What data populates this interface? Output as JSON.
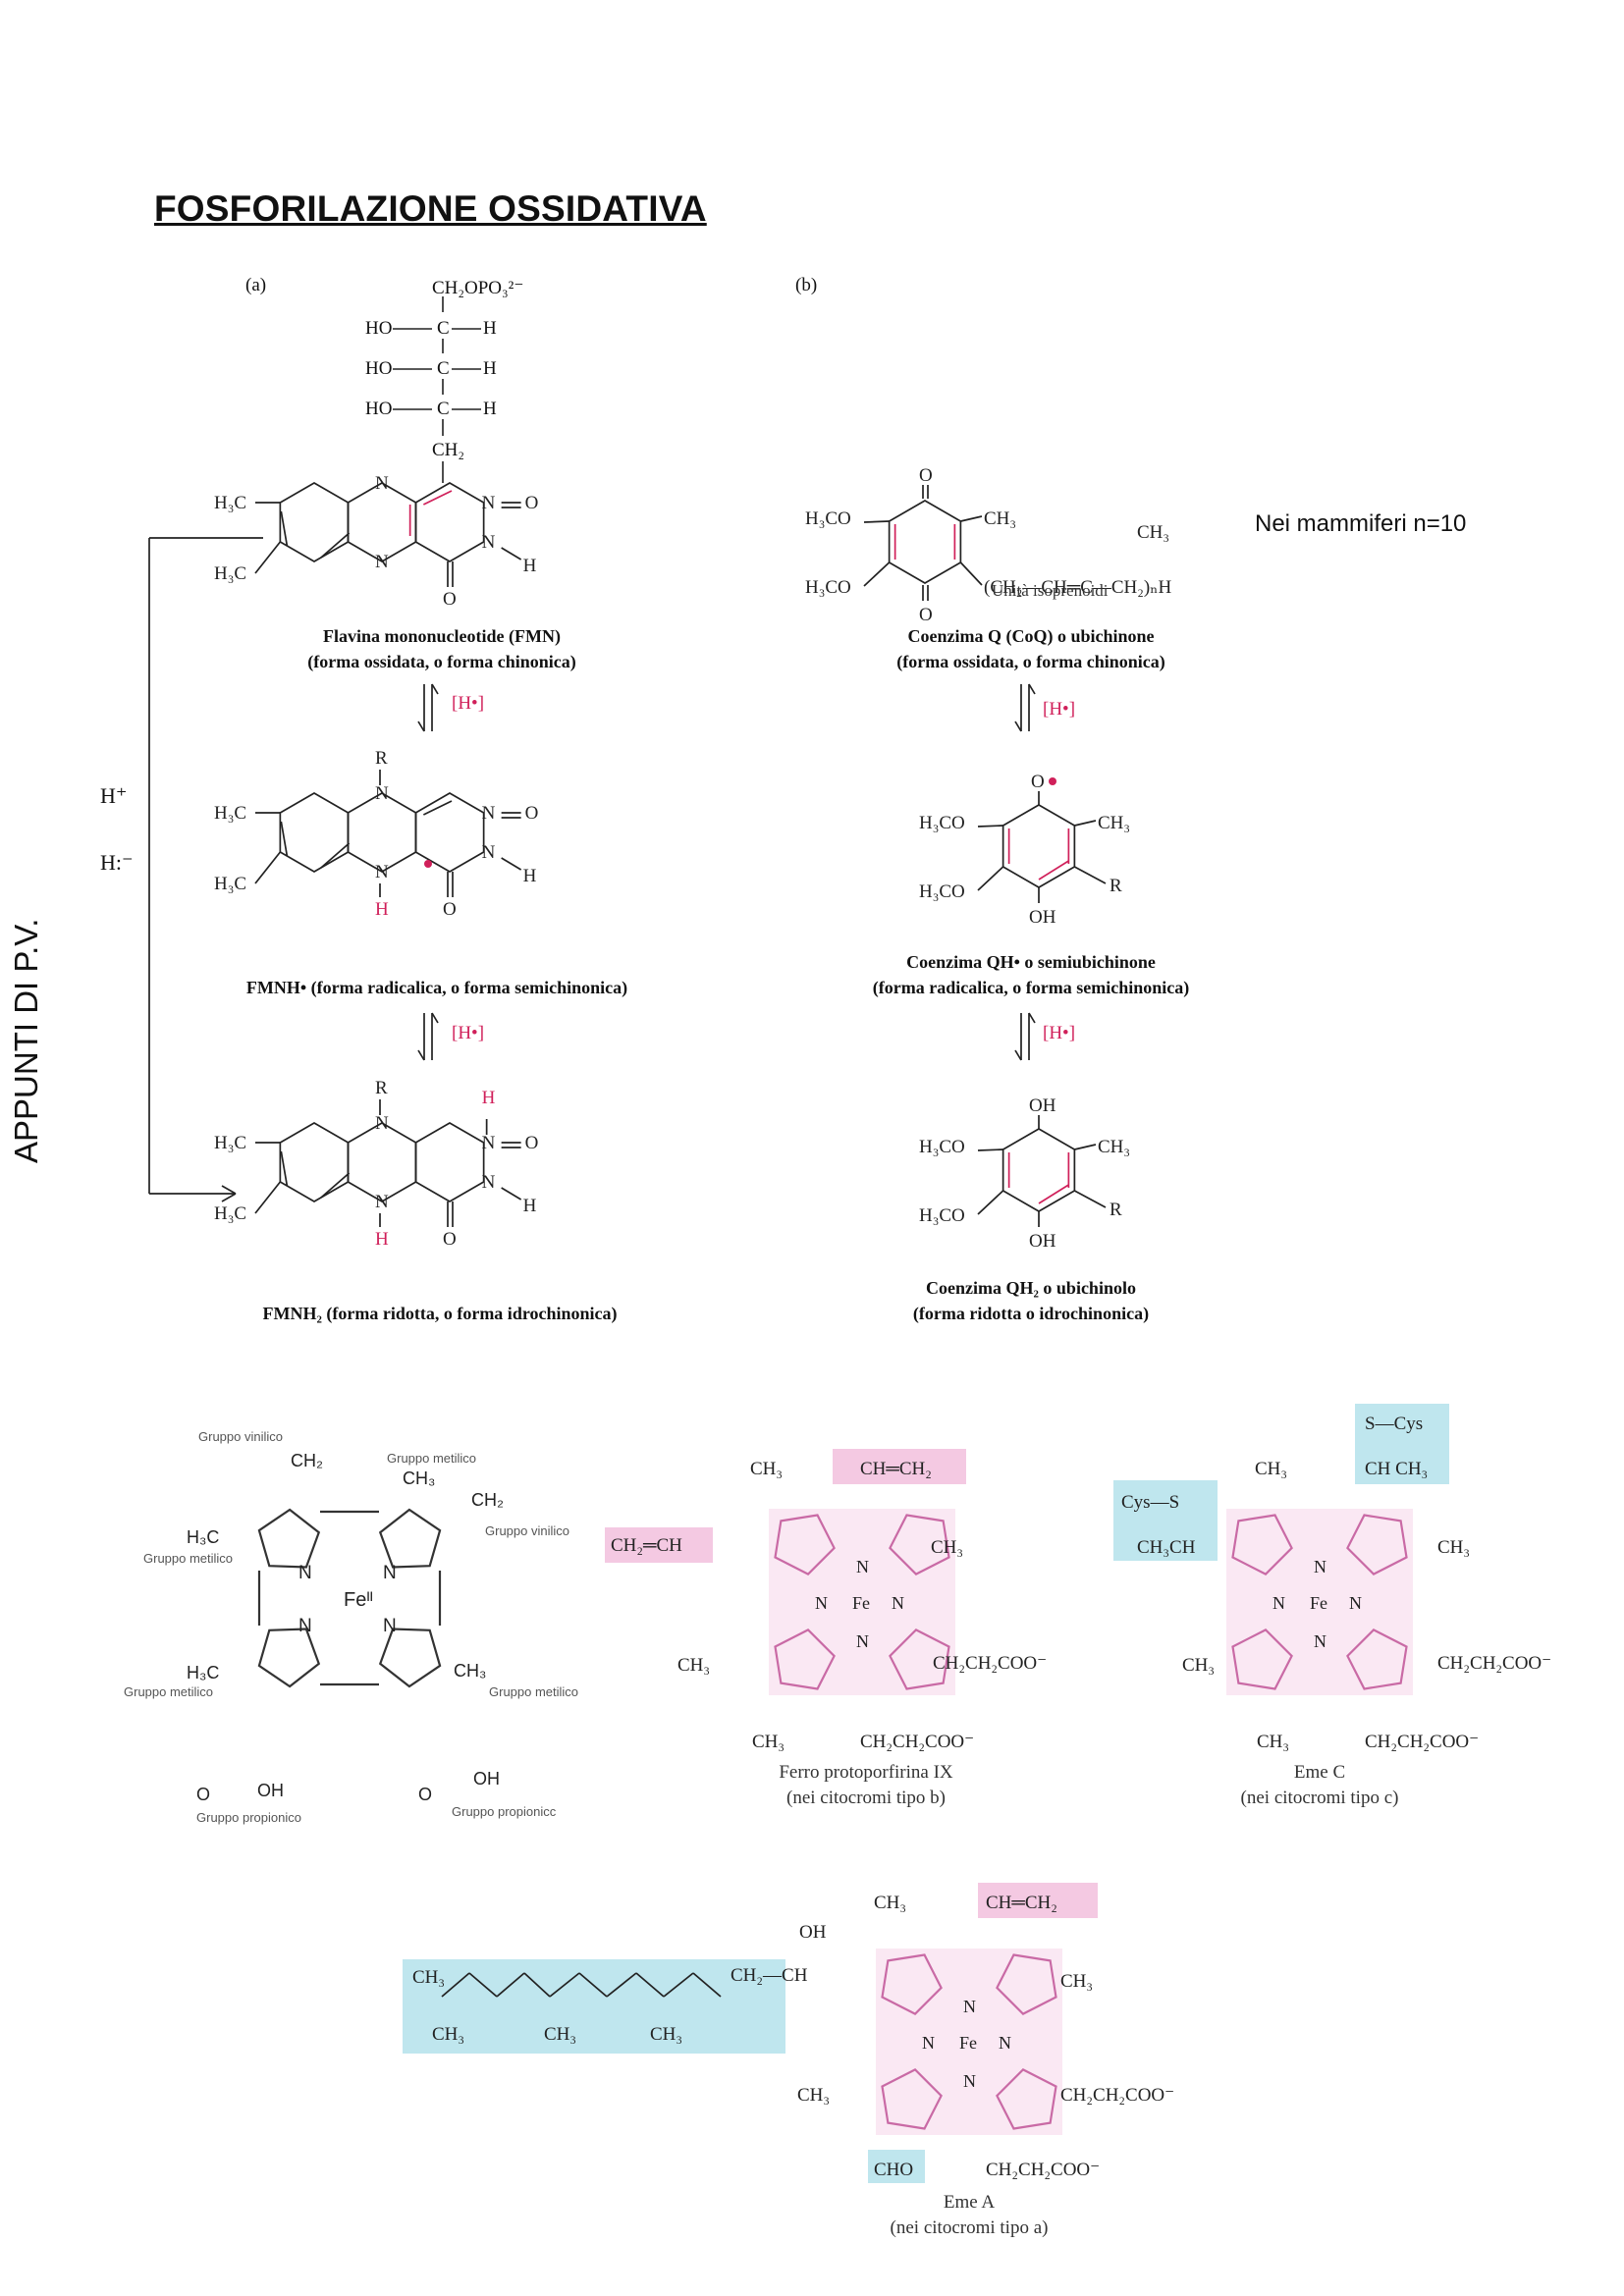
{
  "page": {
    "title": "FOSFORILAZIONE OSSIDATIVA",
    "side_note": "APPUNTI DI P.V."
  },
  "panel_a": {
    "label": "(a)",
    "ribityl": {
      "top": "CH₂OPO₃²⁻",
      "ho": "HO",
      "c": "C",
      "h": "H",
      "ch2": "CH₂"
    },
    "fmn": {
      "caption_1": "Flavina mononucleotide (FMN)",
      "caption_2": "(forma ossidata, o forma chinonica)"
    },
    "fmnh_rad": {
      "caption": "FMNH• (forma radicalica, o forma semichinonica)"
    },
    "fmnh2": {
      "caption": "FMNH₂ (forma ridotta, o forma idrochinonica)"
    },
    "hradical": "[H•]",
    "side_hplus": "H⁺",
    "side_hminus": "H:⁻"
  },
  "panel_b": {
    "label": "(b)",
    "note": "Nei mammiferi n=10",
    "coq": {
      "caption_1": "Coenzima Q (CoQ) o ubichinone",
      "caption_2": "(forma ossidata, o forma chinonica)",
      "chain": "(CH₂—CH═C—CH₂)ₙH",
      "chain_ch3": "CH₃",
      "unit_label": "Unità isoprenoidi"
    },
    "coqh_rad": {
      "caption_1": "Coenzima QH• o semiubichinone",
      "caption_2": "(forma radicalica, o forma semichinonica)"
    },
    "coqh2": {
      "caption_1": "Coenzima QH₂ o ubichinolo",
      "caption_2": "(forma ridotta o idrochinonica)"
    },
    "hradical": "[H•]"
  },
  "atoms": {
    "h3c": "H₃C",
    "n": "N",
    "o": "O",
    "h": "H",
    "r": "R",
    "h3co": "H₃CO",
    "ch3": "CH₃",
    "oh": "OH",
    "orad": "O•",
    "fe": "Fe",
    "ch3b": "CH₃"
  },
  "heme_generic": {
    "gruppo_vinilico_1": "Gruppo vinilico",
    "gruppo_vinilico_2": "Gruppo vinilico",
    "gruppo_metilico_1": "Gruppo metilico",
    "gruppo_metilico_2": "Gruppo metilico",
    "gruppo_metilico_3": "Gruppo metilico",
    "gruppo_metilico_4": "Gruppo metilico",
    "gruppo_propionico_1": "Gruppo propionico",
    "gruppo_propionico_2": "Gruppo propionicc",
    "ch2": "CH₂",
    "h3c": "H₃C",
    "ch3": "CH₃",
    "oh": "OH",
    "o": "O",
    "n": "N",
    "fe2": "Feᴵᴵ"
  },
  "heme_b": {
    "vinyl_top": "CH═CH₂",
    "vinyl_left": "CH₂═CH",
    "ch3": "CH₃",
    "prop": "CH₂CH₂COO⁻",
    "caption_1": "Ferro protoporfirina IX",
    "caption_2": "(nei citocromi tipo b)"
  },
  "heme_c": {
    "s_cys_top": "S—Cys",
    "chch3_top": "CH CH₃",
    "cys_s_left": "Cys—S",
    "ch3ch_left": "CH₃CH",
    "ch3": "CH₃",
    "prop": "CH₂CH₂COO⁻",
    "caption_1": "Eme C",
    "caption_2": "(nei citocromi tipo c)"
  },
  "heme_a": {
    "vinyl_top": "CH═CH₂",
    "ch3": "CH₃",
    "oh": "OH",
    "chain_ch2ch": "CH₂—CH",
    "prop": "CH₂CH₂COO⁻",
    "cho": "CHO",
    "caption_1": "Eme A",
    "caption_2": "(nei citocromi tipo a)"
  }
}
